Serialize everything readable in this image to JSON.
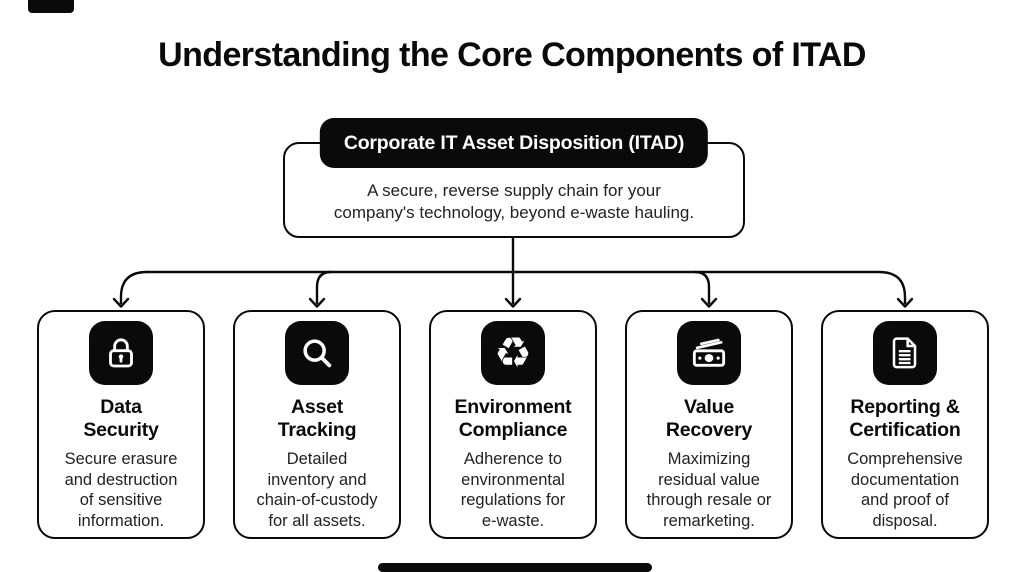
{
  "title": "Understanding the Core Components of ITAD",
  "colors": {
    "accent_black": "#0a0a0a",
    "background": "#ffffff",
    "body_text": "#222222"
  },
  "root": {
    "badge": "Corporate IT Asset Disposition (ITAD)",
    "description": "A secure, reverse supply chain for your\ncompany's technology, beyond e-waste hauling."
  },
  "components": [
    {
      "icon": "lock-icon",
      "title": "Data\nSecurity",
      "description": "Secure erasure\nand destruction\nof sensitive\ninformation."
    },
    {
      "icon": "magnifier-icon",
      "title": "Asset\nTracking",
      "description": "Detailed\ninventory and\nchain-of-custody\nfor all assets."
    },
    {
      "icon": "recycle-icon",
      "title": "Environment\nCompliance",
      "description": "Adherence to\nenvironmental\nregulations for\ne-waste.",
      "glyph": "♻"
    },
    {
      "icon": "cash-icon",
      "title": "Value\nRecovery",
      "description": "Maximizing\nresidual value\nthrough resale or\nremarketing."
    },
    {
      "icon": "document-icon",
      "title": "Reporting &\nCertification",
      "description": "Comprehensive\ndocumentation\nand proof of\ndisposal."
    }
  ]
}
